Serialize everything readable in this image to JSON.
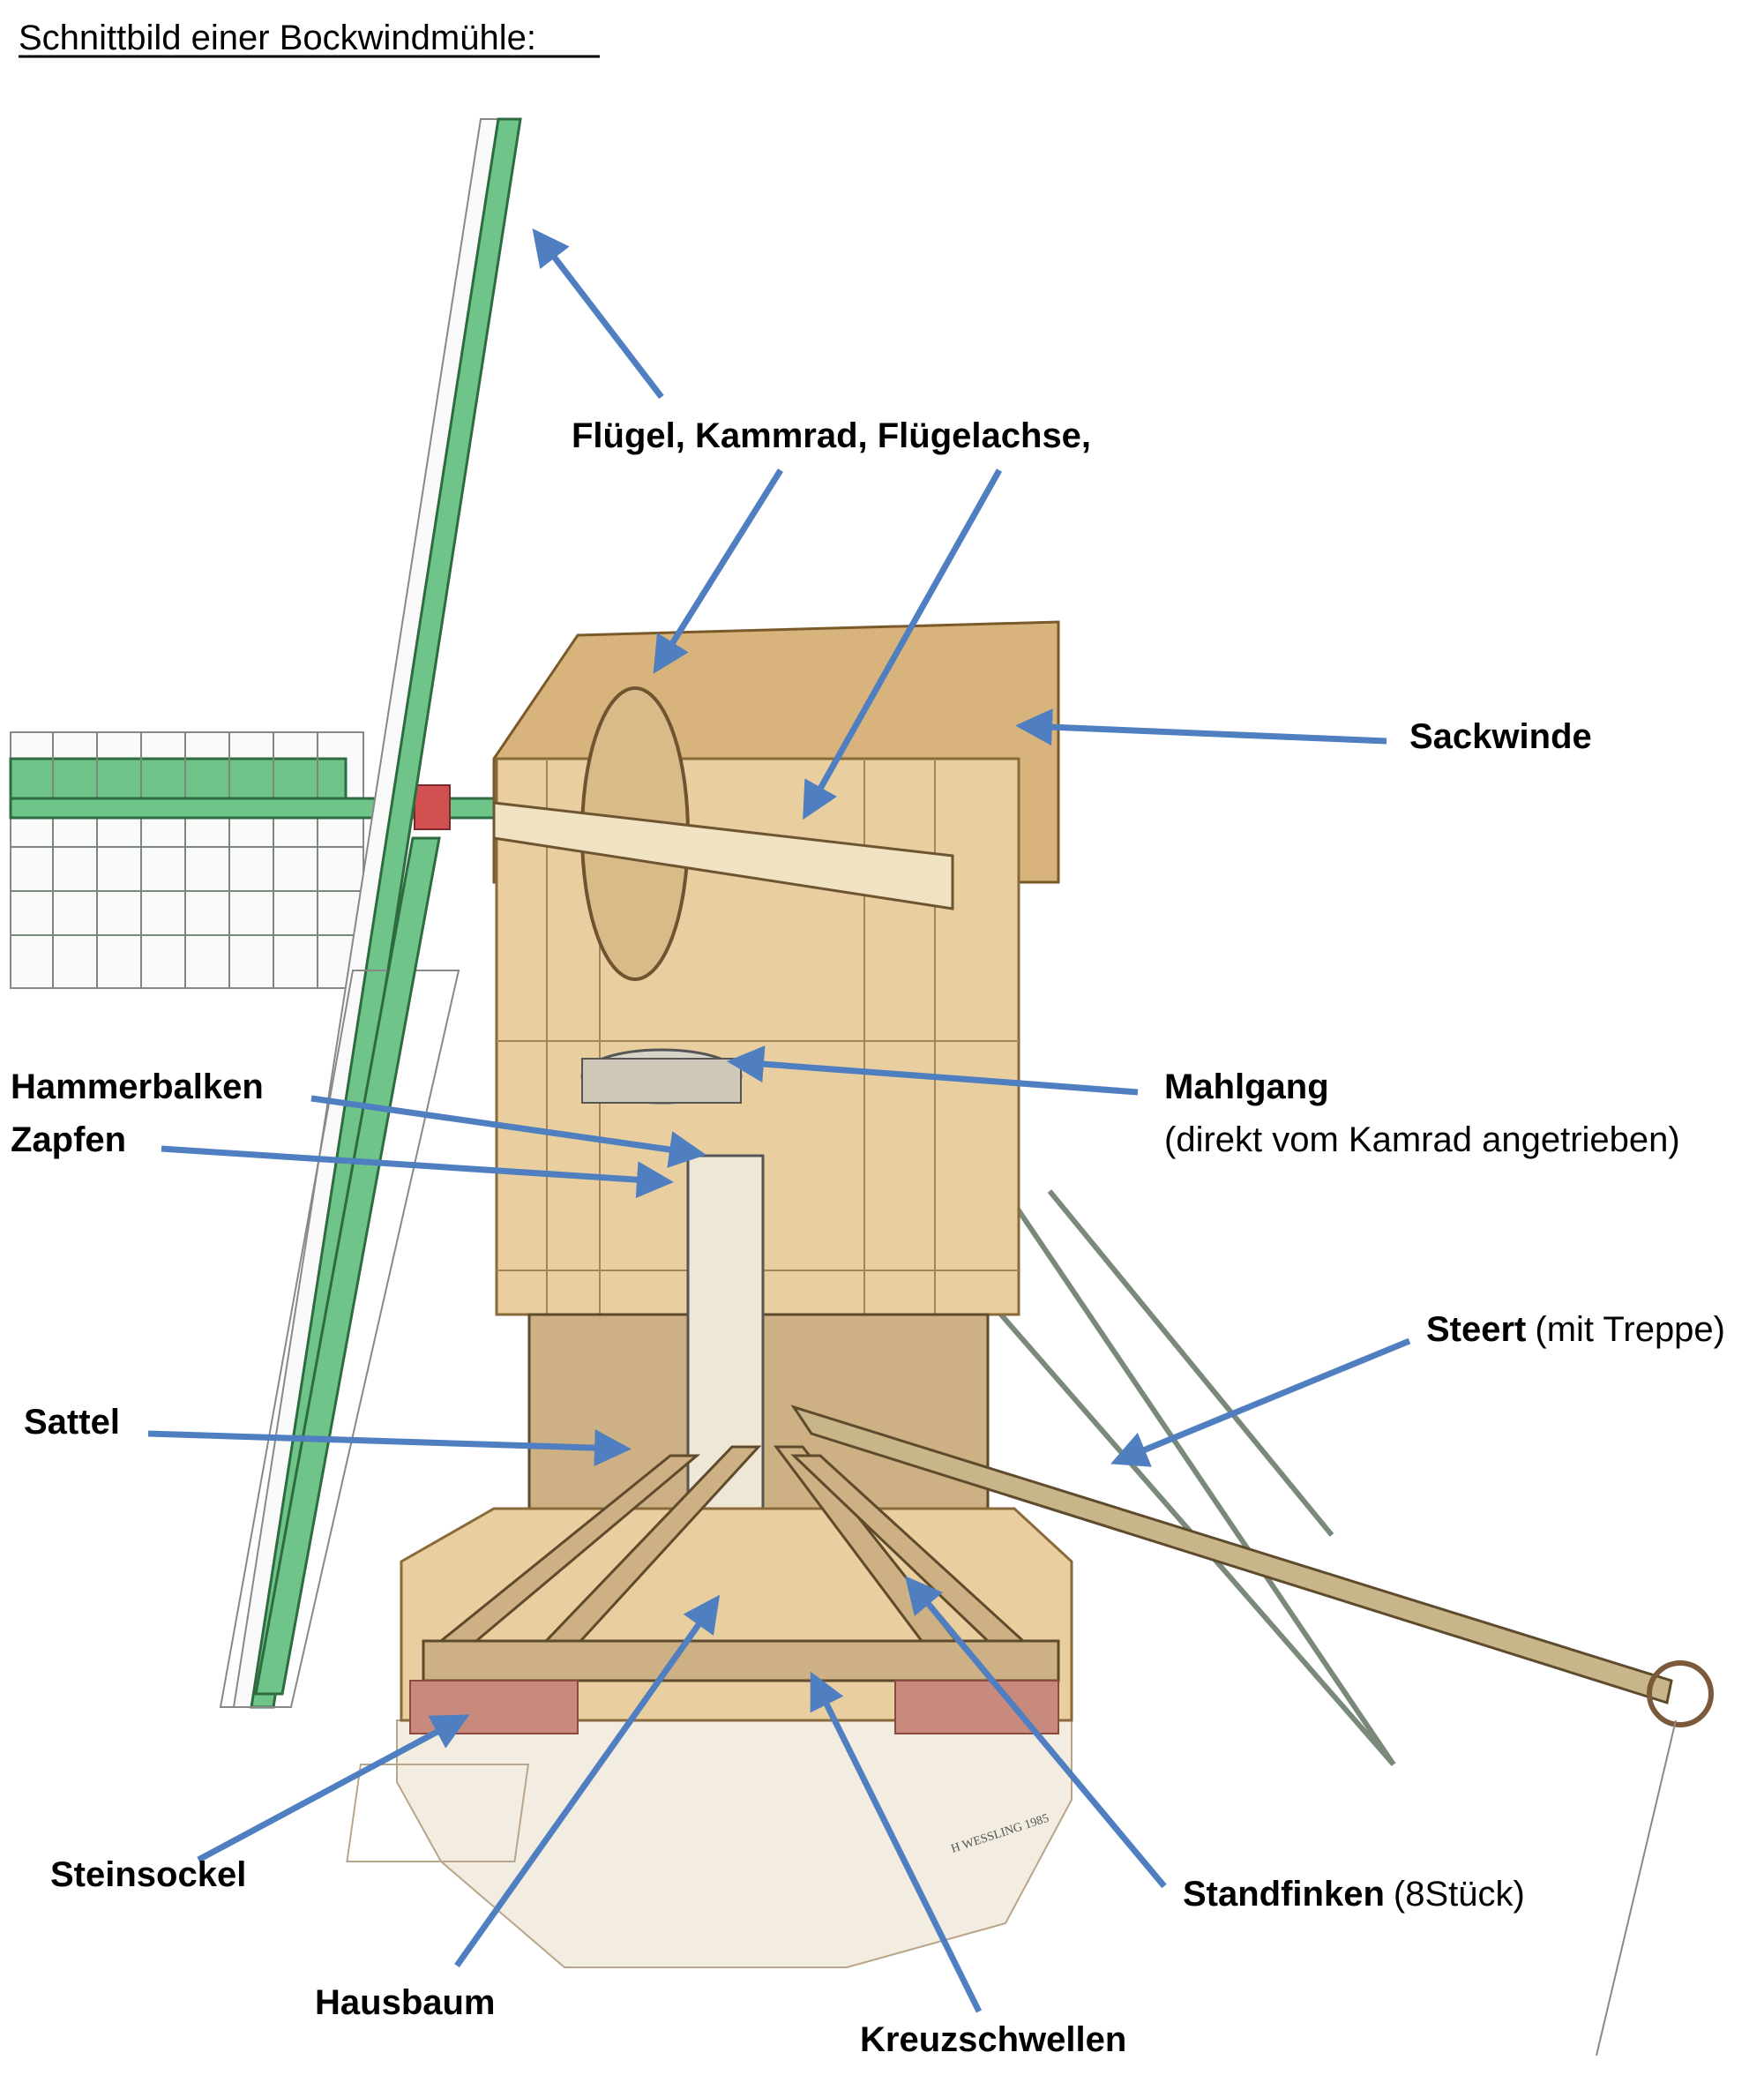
{
  "title": "Schnittbild einer Bockwindmühle:",
  "signature": "H WESSLING 1985",
  "colors": {
    "arrow": "#4f7fc0",
    "sail_green": "#6fc489",
    "wood": "#e9cfa0"
  },
  "labels": {
    "fluegel": "Flügel, Kammrad, Flügelachse,",
    "sackwinde": "Sackwinde",
    "hammerbalken": "Hammerbalken",
    "zapfen": "Zapfen",
    "mahlgang": "Mahlgang",
    "mahlgang_note": "(direkt vom Kamrad angetrieben)",
    "steert": "Steert",
    "steert_note": "(mit Treppe)",
    "sattel": "Sattel",
    "steinsockel": "Steinsockel",
    "standfinken": "Standfinken",
    "standfinken_note": "(8Stück)",
    "hausbaum": "Hausbaum",
    "kreuzschwellen": "Kreuzschwellen"
  }
}
